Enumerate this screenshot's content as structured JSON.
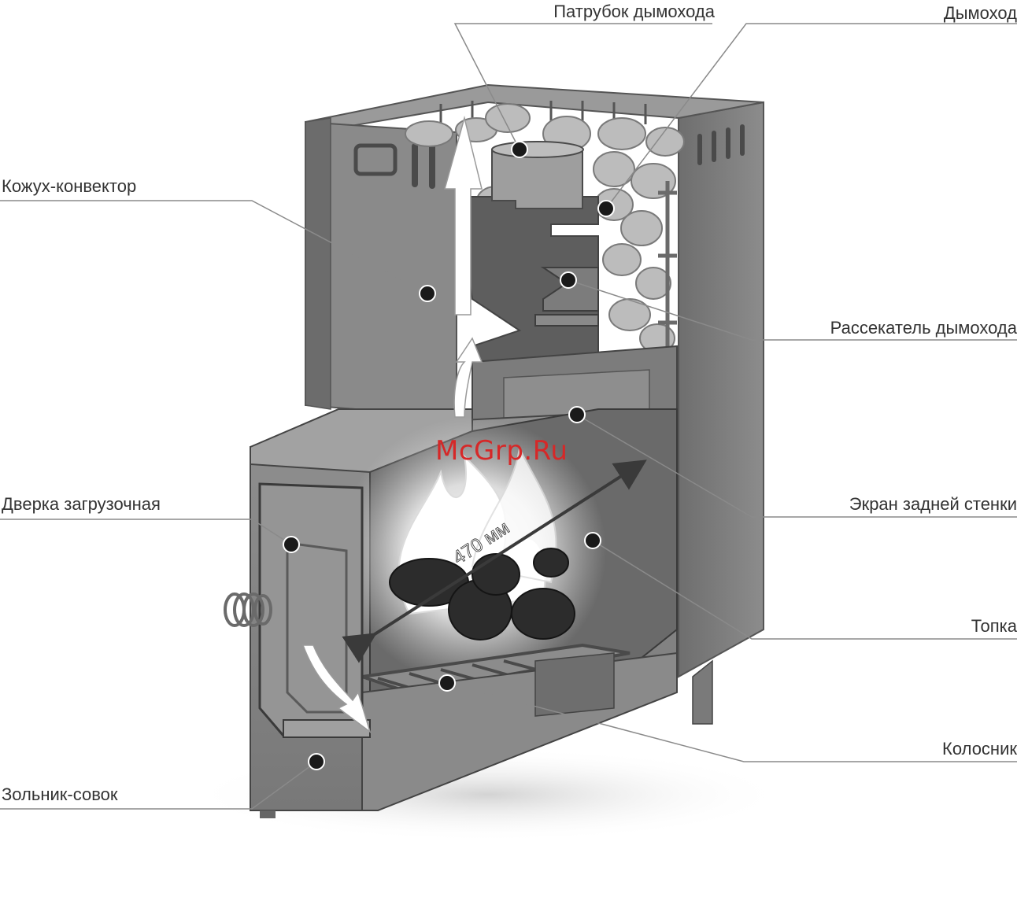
{
  "labels": {
    "flue_pipe": "Патрубок дымохода",
    "chimney": "Дымоход",
    "convector_casing": "Кожух-конвектор",
    "flue_divider": "Рассекатель дымохода",
    "loading_door": "Дверка загрузочная",
    "back_wall_screen": "Экран задней стенки",
    "firebox": "Топка",
    "grate": "Колосник",
    "ash_pan": "Зольник-совок"
  },
  "dimension": "470 мм",
  "watermark": "McGrp.Ru",
  "colors": {
    "steel_dark": "#5a5a5a",
    "steel_mid": "#7a7a7a",
    "steel_light": "#a4a4a4",
    "stone": "#b8b8b8",
    "leader": "#8a8a8a",
    "watermark": "#d62828"
  }
}
